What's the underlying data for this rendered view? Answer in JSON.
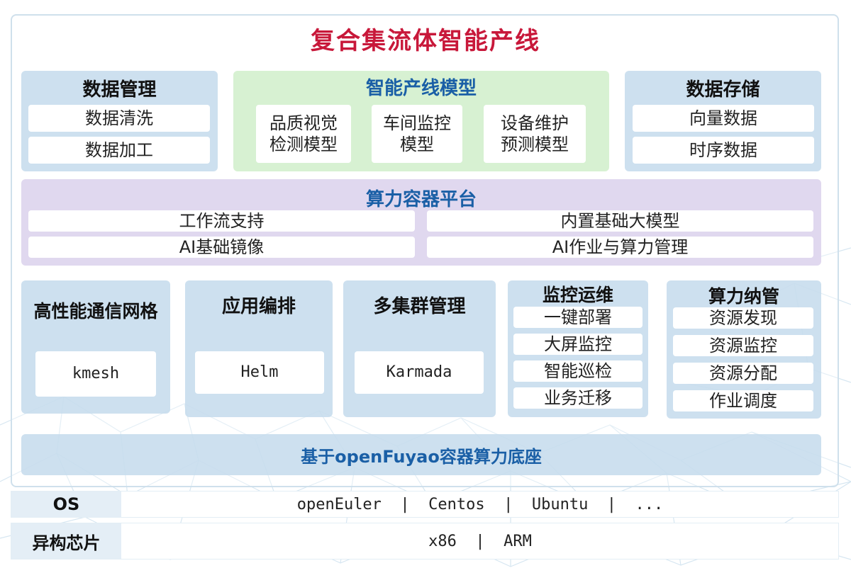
{
  "title": "复合集流体智能产线",
  "data_management": {
    "title": "数据管理",
    "items": [
      "数据清洗",
      "数据加工"
    ]
  },
  "model": {
    "title": "智能产线模型",
    "items": [
      "品质视觉\n检测模型",
      "车间监控\n模型",
      "设备维护\n预测模型"
    ]
  },
  "data_storage": {
    "title": "数据存储",
    "items": [
      "向量数据",
      "时序数据"
    ]
  },
  "platform": {
    "title": "算力容器平台",
    "items": [
      "工作流支持",
      "内置基础大模型",
      "AI基础镜像",
      "AI作业与算力管理"
    ]
  },
  "mesh": {
    "title": "高性能通信网格",
    "item": "kmesh"
  },
  "orchestration": {
    "title": "应用编排",
    "item": "Helm"
  },
  "multicluster": {
    "title": "多集群管理",
    "item": "Karmada"
  },
  "ops": {
    "title": "监控运维",
    "items": [
      "一键部署",
      "大屏监控",
      "智能巡检",
      "业务迁移"
    ]
  },
  "compute": {
    "title": "算力纳管",
    "items": [
      "资源发现",
      "资源监控",
      "资源分配",
      "作业调度"
    ]
  },
  "base": {
    "label": "基于openFuyao容器算力底座"
  },
  "os": {
    "label": "OS",
    "value": "openEuler  |  Centos  |  Ubuntu  |  ..."
  },
  "chips": {
    "label": "异构芯片",
    "value": "x86  |  ARM"
  },
  "colors": {
    "title": "#c8183a",
    "accent_blue": "#1a5fa6",
    "panel_blue": "#c4dbec",
    "panel_green": "#d5f0d0",
    "panel_purple": "#ded6ee"
  }
}
